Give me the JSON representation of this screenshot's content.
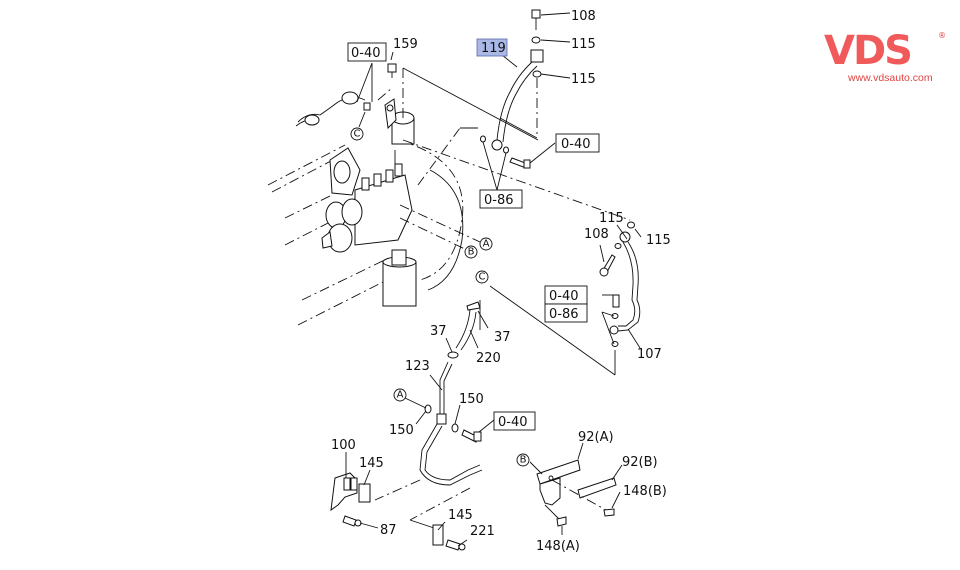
{
  "logo": {
    "brand": "VDS",
    "registered": "®",
    "url": "www.vdsauto.com",
    "color": "#f05a5a"
  },
  "diagram": {
    "highlight_color": "#aab8e6",
    "highlighted_part": "119",
    "part_labels": {
      "p108_top": "108",
      "p115_top_a": "115",
      "p115_top_b": "115",
      "p119": "119",
      "p159": "159",
      "p115_right_a": "115",
      "p115_right_b": "115",
      "p108_right": "108",
      "p107": "107",
      "p37_left": "37",
      "p37_right": "37",
      "p220": "220",
      "p123": "123",
      "p150_left": "150",
      "p150_right": "150",
      "p100": "100",
      "p145_a": "145",
      "p145_b": "145",
      "p87": "87",
      "p221": "221",
      "p92a": "92(A)",
      "p92b": "92(B)",
      "p148b": "148(B)",
      "p148a": "148(A)"
    },
    "ref_boxes": {
      "ref_040_topleft": "0-40",
      "ref_040_topright": "0-40",
      "ref_086_top": "0-86",
      "ref_040_right": "0-40",
      "ref_086_right": "0-86",
      "ref_040_mid": "0-40"
    },
    "connectors": {
      "A_main": "A",
      "B_main": "B",
      "C_top": "C",
      "C_mid": "C",
      "A_lower": "A",
      "B_bracket": "B"
    }
  }
}
